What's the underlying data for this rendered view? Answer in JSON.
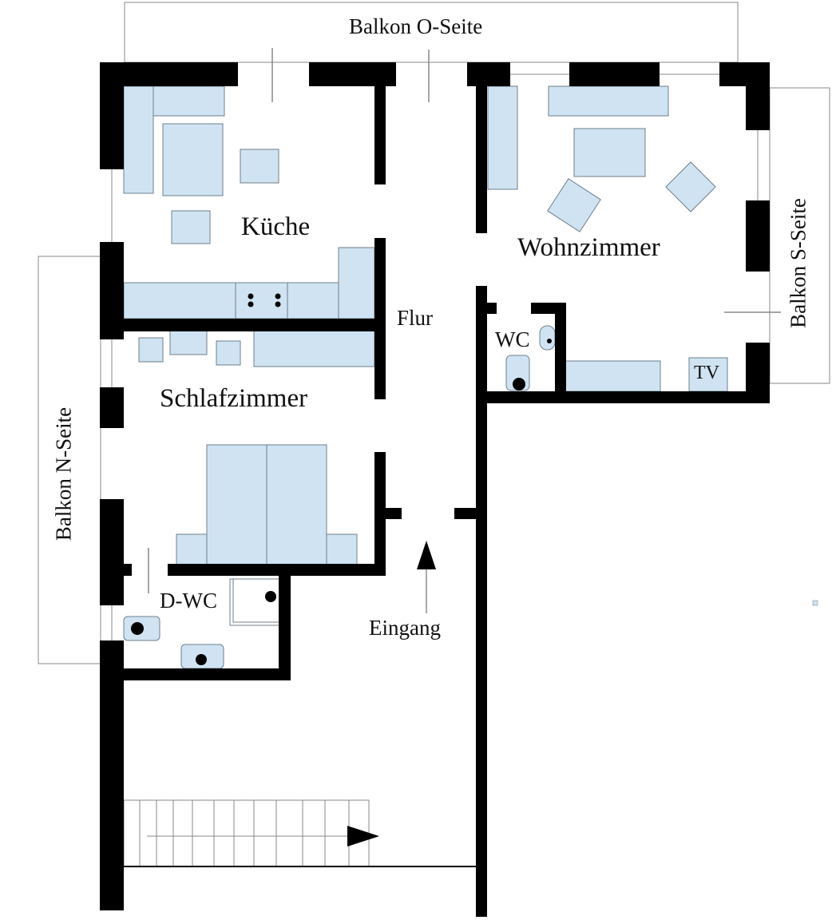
{
  "diagram": {
    "type": "floor-plan",
    "colors": {
      "wall": "#000000",
      "furniture": "#cfe3f2",
      "furniture_stroke": "#6f7f8a",
      "outline": "#888888"
    },
    "balconies": {
      "east": "Balkon O-Seite",
      "south": "Balkon S-Seite",
      "north": "Balkon N-Seite"
    },
    "rooms": {
      "kitchen": "Küche",
      "living": "Wohnzimmer",
      "hallway": "Flur",
      "wc": "WC",
      "bedroom": "Schlafzimmer",
      "shower_wc": "D-WC",
      "entrance": "Eingang"
    },
    "furniture": {
      "tv": "TV"
    }
  }
}
